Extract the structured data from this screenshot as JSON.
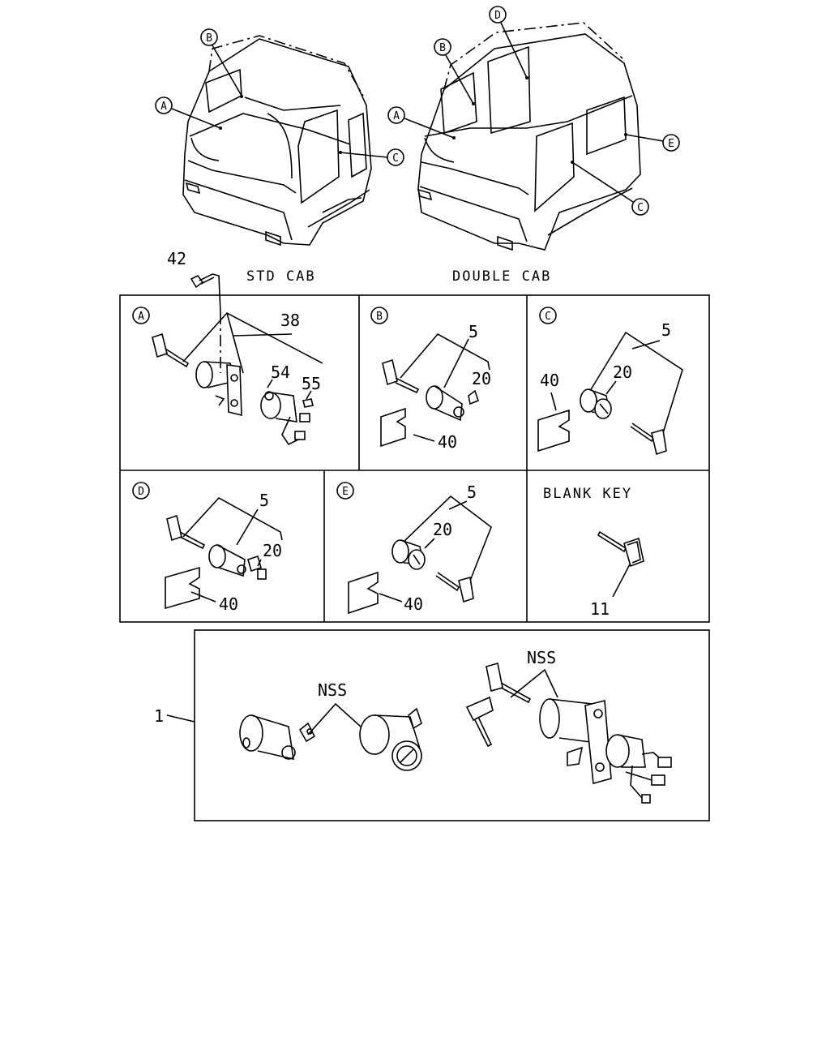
{
  "cabs": {
    "std_caption": "STD CAB",
    "double_caption": "DOUBLE CAB",
    "std_callouts": [
      "A",
      "B",
      "C"
    ],
    "double_callouts": [
      "A",
      "B",
      "C",
      "D",
      "E"
    ]
  },
  "bolt_label": "42",
  "panels": {
    "A": {
      "letter": "A",
      "labels": [
        "38",
        "54",
        "55"
      ]
    },
    "B": {
      "letter": "B",
      "labels": [
        "5",
        "20",
        "40"
      ]
    },
    "C": {
      "letter": "C",
      "labels": [
        "5",
        "20",
        "40"
      ]
    },
    "D": {
      "letter": "D",
      "labels": [
        "5",
        "20",
        "40"
      ]
    },
    "E": {
      "letter": "E",
      "labels": [
        "5",
        "20",
        "40"
      ]
    },
    "blank": {
      "title": "BLANK KEY",
      "labels": [
        "11"
      ]
    }
  },
  "kit": {
    "ref": "1",
    "nss_left": "NSS",
    "nss_right": "NSS"
  },
  "colors": {
    "ink": "#000000",
    "paper": "#ffffff"
  }
}
